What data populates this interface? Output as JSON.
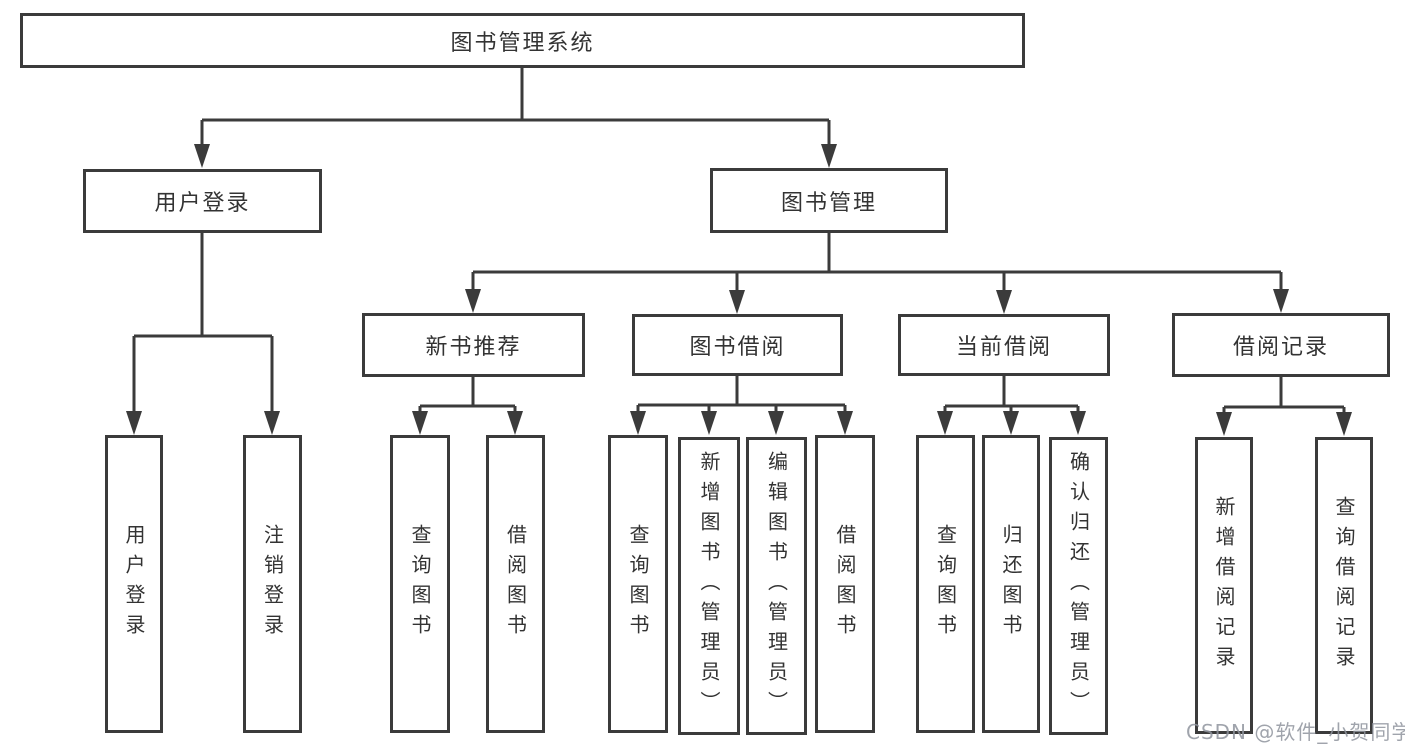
{
  "diagram": {
    "title": "图书管理系统",
    "level2": [
      {
        "label": "用户登录"
      },
      {
        "label": "图书管理"
      }
    ],
    "level3": [
      {
        "label": "新书推荐"
      },
      {
        "label": "图书借阅"
      },
      {
        "label": "当前借阅"
      },
      {
        "label": "借阅记录"
      }
    ],
    "leaves": [
      {
        "label": "用户登录"
      },
      {
        "label": "注销登录"
      },
      {
        "label": "查询图书"
      },
      {
        "label": "借阅图书"
      },
      {
        "label": "查询图书"
      },
      {
        "label": "新增图书（管理员）"
      },
      {
        "label": "编辑图书（管理员）"
      },
      {
        "label": "借阅图书"
      },
      {
        "label": "查询图书"
      },
      {
        "label": "归还图书"
      },
      {
        "label": "确认归还（管理员）"
      },
      {
        "label": "新增借阅记录"
      },
      {
        "label": "查询借阅记录"
      }
    ]
  },
  "watermark": {
    "text": "CSDN @软件_小贺同学"
  },
  "colors": {
    "line": "#3b3b3b",
    "text": "#333333",
    "background": "#ffffff"
  }
}
